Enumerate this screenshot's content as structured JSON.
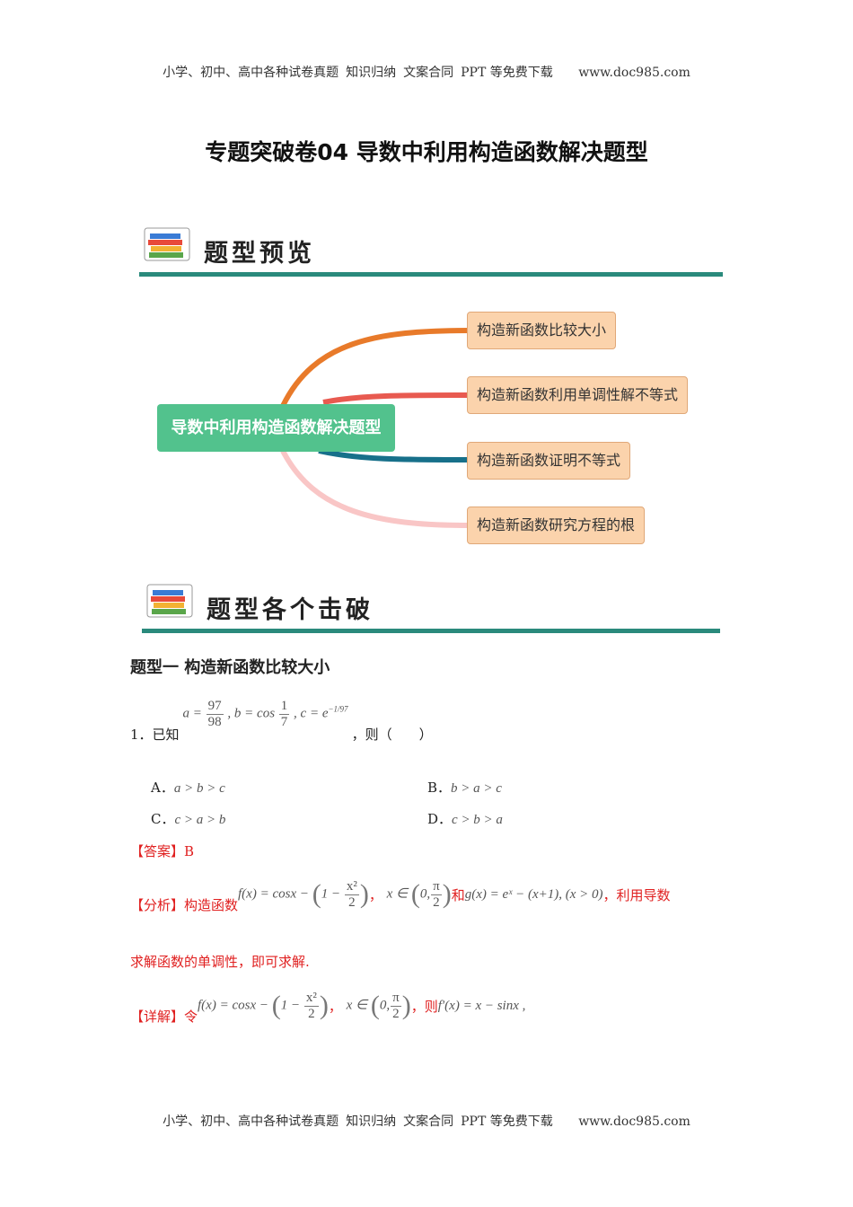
{
  "header": {
    "items": [
      "小学、初中、高中各种试卷真题",
      "知识归纳",
      "文案合同",
      "PPT 等免费下载"
    ],
    "site": "www.doc985.com"
  },
  "footer": {
    "items": [
      "小学、初中、高中各种试卷真题",
      "知识归纳",
      "文案合同",
      "PPT 等免费下载"
    ],
    "site": "www.doc985.com"
  },
  "title": "专题突破卷04 导数中利用构造函数解决题型",
  "section1": {
    "label": "题型预览",
    "icon": "books-icon"
  },
  "mindmap": {
    "center": "导数中利用构造函数解决题型",
    "branches": [
      {
        "label": "构造新函数比较大小",
        "color": "#e87a2a"
      },
      {
        "label": "构造新函数利用单调性解不等式",
        "color": "#e85a50"
      },
      {
        "label": "构造新函数证明不等式",
        "color": "#17708a"
      },
      {
        "label": "构造新函数研究方程的根",
        "color": "#f9c6c6"
      }
    ]
  },
  "section2": {
    "label": "题型各个击破",
    "icon": "books-icon"
  },
  "type1": {
    "heading": "题型一  构造新函数比较大小"
  },
  "q1": {
    "num": "1．已知",
    "a": "a =",
    "a_num": "97",
    "a_den": "98",
    "b": ", b = cos",
    "b_num": "1",
    "b_den": "7",
    "c": ", c = e",
    "c_exp": "−1/97",
    "tail": "，则（　　）",
    "options": [
      {
        "key": "A．",
        "val": "a > b > c"
      },
      {
        "key": "B．",
        "val": "b > a > c"
      },
      {
        "key": "C．",
        "val": "c > a > b"
      },
      {
        "key": "D．",
        "val": "c > b > a"
      }
    ]
  },
  "answer": {
    "label": "【答案】",
    "val": "B"
  },
  "analysis": {
    "label": "【分析】构造函数",
    "f": "f(x) = cosx − ",
    "one": "1 − ",
    "x2": "x²",
    "two": "2",
    "dom": "x ∈ ",
    "zero": "0,",
    "pi": "π",
    "and": "和",
    "g": "g(x) = eˣ − (x+1), (x > 0)",
    "tail": "，利用导数",
    "line2": "求解函数的单调性，即可求解."
  },
  "detail": {
    "label": "【详解】令",
    "then": "，则",
    "fp": "f′(x) = x − sinx ,"
  }
}
